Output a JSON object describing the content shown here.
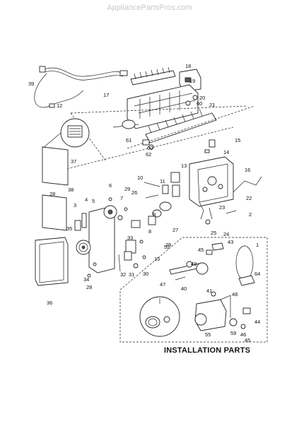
{
  "watermark": "AppliancePartsPros.com",
  "caption": "INSTALLATION PARTS",
  "callouts": [
    "39",
    "18",
    "19",
    "20",
    "17",
    "60",
    "21",
    "12",
    "61",
    "60",
    "62",
    "15",
    "14",
    "13",
    "16",
    "37",
    "10",
    "11",
    "6",
    "26",
    "29",
    "7",
    "9",
    "28",
    "38",
    "4",
    "5",
    "3",
    "23",
    "22",
    "35",
    "25",
    "27",
    "24",
    "2",
    "8",
    "33",
    "29",
    "15",
    "32",
    "31",
    "30",
    "34",
    "28",
    "36",
    "45",
    "43",
    "1",
    "52",
    "49",
    "40",
    "64",
    "47",
    "41",
    "48",
    "44",
    "46",
    "45",
    "55",
    "59"
  ]
}
